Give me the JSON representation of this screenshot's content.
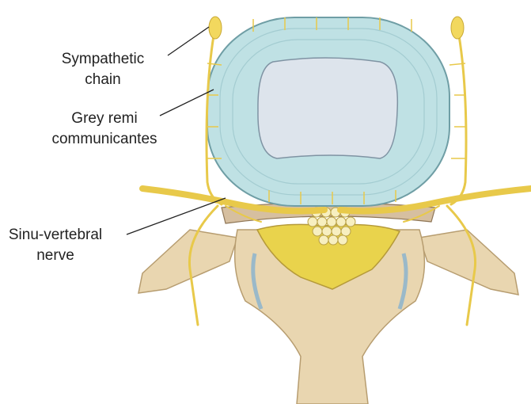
{
  "labels": {
    "sympathetic_chain": [
      "Sympathetic",
      "chain"
    ],
    "grey_rami": [
      "Grey remi",
      "communicantes"
    ],
    "sinu_vertebral": [
      "Sinu-vertebral",
      "nerve"
    ]
  },
  "colors": {
    "disc": "#bfe1e4",
    "nucleus": "#dde4ec",
    "bone": "#e9d6b0",
    "canal": "#e9d34c",
    "nerve": "#f2d85e"
  }
}
